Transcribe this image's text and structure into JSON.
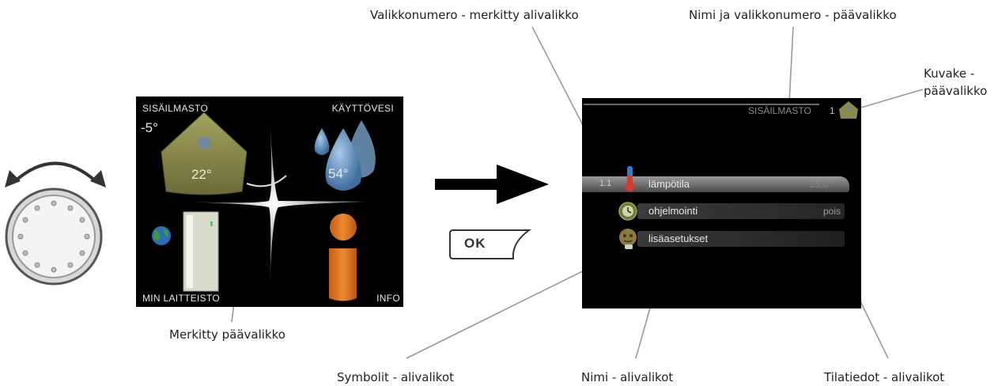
{
  "callouts": {
    "selected_submenu_number": "Valikkonumero - merkitty alivalikko",
    "main_menu_name_number": "Nimi ja valikkonumero - päävalikko",
    "icon_main_menu": "Kuvake -\npäävalikko",
    "selected_main_menu": "Merkitty päävalikko",
    "submenu_symbols": "Symbolit - alivalikot",
    "submenu_name": "Nimi - alivalikot",
    "submenu_status": "Tilatiedot - alivalikot"
  },
  "main_screen": {
    "quadrants": {
      "top_left": "SISÄILMASTO",
      "top_right": "KÄYTTÖVESI",
      "bottom_left": "MIN LAITTEISTO",
      "bottom_right": "INFO"
    },
    "outdoor_temp": "-5°",
    "indoor_temp": "22°",
    "hot_water_temp": "54°"
  },
  "ok_button": {
    "label": "OK"
  },
  "sub_screen": {
    "header_title": "SISÄILMASTO",
    "header_number": "1",
    "items": [
      {
        "number": "1.1",
        "label": "lämpötila",
        "status": "25,0°",
        "icon": "thermometer-icon"
      },
      {
        "number": "",
        "label": "ohjelmointi",
        "status": "pois",
        "icon": "clock-icon"
      },
      {
        "number": "",
        "label": "lisäasetukset",
        "status": "",
        "icon": "settings-face-icon"
      }
    ]
  },
  "colors": {
    "house": "#8a8a4e",
    "drop": "#5f8fbf",
    "info": "#e07a24"
  }
}
